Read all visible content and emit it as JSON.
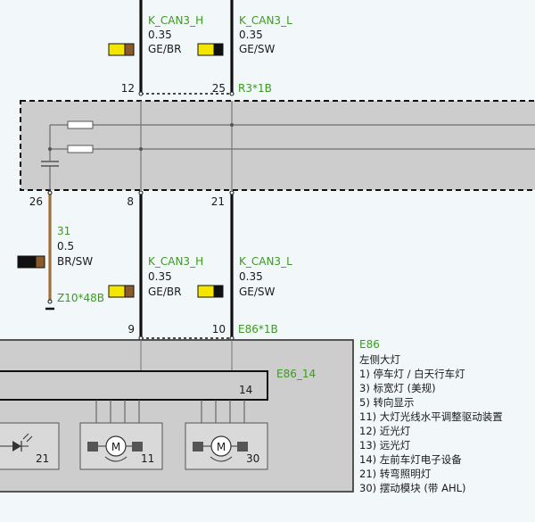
{
  "wires_top": {
    "left": {
      "signal": "K_CAN3_H",
      "gauge": "0.35",
      "color": "GE/BR",
      "pin": "12"
    },
    "right": {
      "signal": "K_CAN3_L",
      "gauge": "0.35",
      "color": "GE/SW",
      "pin": "25"
    },
    "connector": "R3*1B"
  },
  "module_mid": {
    "pins": {
      "shield": "26",
      "left": "8",
      "right": "21"
    }
  },
  "ground_wire": {
    "number": "31",
    "gauge": "0.5",
    "color": "BR/SW",
    "connector": "Z10*48B"
  },
  "wires_bottom": {
    "left": {
      "signal": "K_CAN3_H",
      "gauge": "0.35",
      "color": "GE/BR",
      "pin": "9"
    },
    "right": {
      "signal": "K_CAN3_L",
      "gauge": "0.35",
      "color": "GE/SW",
      "pin": "10"
    },
    "connector": "E86*1B"
  },
  "headlight": {
    "component": "E86",
    "title": "左侧大灯",
    "submodule": "E86_14",
    "submodule_pin": "14",
    "legend": [
      "1)    停车灯 / 白天行车灯",
      "3)    标宽灯 (美规)",
      "5)    转向显示",
      "11)  大灯光线水平调整驱动装置",
      "12)  近光灯",
      "13)  远光灯",
      "14)  左前车灯电子设备",
      "21)  转弯照明灯",
      "30)  摆动模块 (带 AHL)"
    ],
    "parts": {
      "led_number": "21",
      "motor1_number": "11",
      "motor2_number": "30",
      "motor_symbol": "M"
    }
  },
  "colors": {
    "wire": "#111111",
    "ground_wire": "#a0703a",
    "label_green": "#3a9b1f",
    "module_fill": "#cdcdcd",
    "yellow": "#f5e600",
    "brown": "#8a5a2b",
    "black": "#111111"
  }
}
